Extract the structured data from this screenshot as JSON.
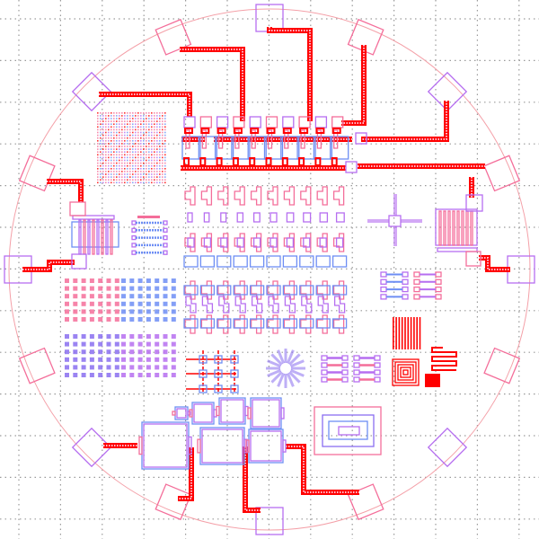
{
  "colors": {
    "background": "#ffffff",
    "grid": "#9a9a9a",
    "wafer_outline": "#f4a0a8",
    "metal": "#ff0000",
    "pink": "#f46e9a",
    "purple": "#b66ef0",
    "blue": "#6e8ef4",
    "violet": "#8a6ef0"
  },
  "pad_ring": {
    "pad_count": 16
  },
  "transistor_array": {
    "columns": 10
  },
  "via_arrays": {
    "rows": 6,
    "columns": 7
  }
}
